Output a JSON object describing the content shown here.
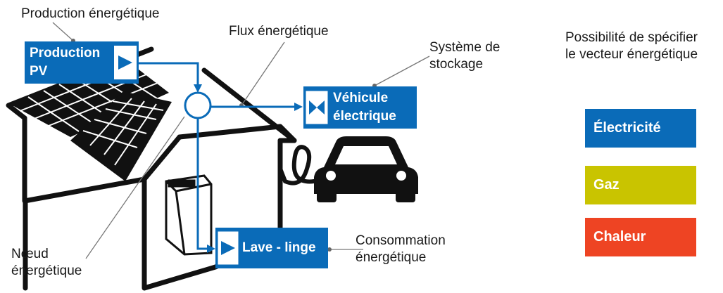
{
  "labels": {
    "production": "Production énergétique",
    "flux": "Flux énergétique",
    "stockage": "Système de stockage",
    "consommation": "Consommation énergétique",
    "noeud": "Nœud énergétique"
  },
  "nodes": {
    "pv": "Production PV",
    "vehicule": "Véhicule électrique",
    "lave_linge": "Lave - linge"
  },
  "legend": {
    "title": "Possibilité de spécifier le vecteur énergétique",
    "items": [
      {
        "label": "Électricité",
        "color": "#0a6bb8"
      },
      {
        "label": "Gaz",
        "color": "#c9c400"
      },
      {
        "label": "Chaleur",
        "color": "#ee4423"
      }
    ]
  },
  "colors": {
    "flow": "#0a6bb8",
    "outline": "#111111"
  }
}
